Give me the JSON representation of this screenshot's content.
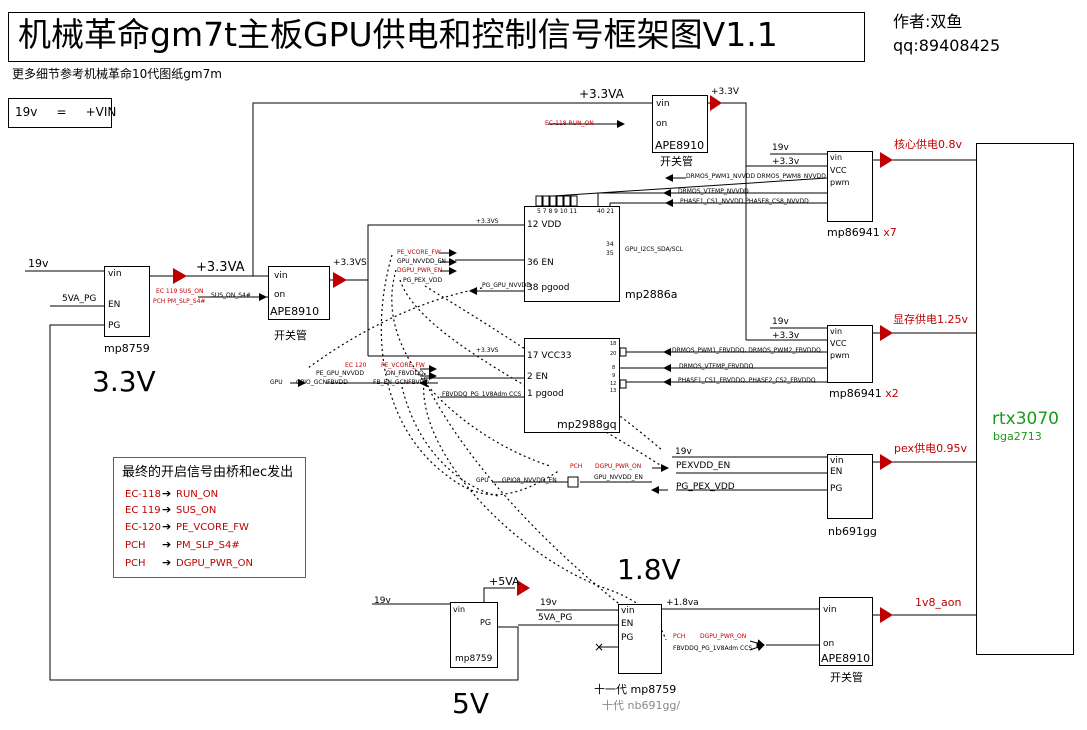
{
  "title": "机械革命gm7t主板GPU供电和控制信号框架图V1.1",
  "subtitle": "更多细节参考机械革命10代图纸gm7m",
  "author": "作者:双鱼",
  "qq": "qq:89408425",
  "vin_note": "19v     =     +VIN",
  "legend": {
    "title": "最终的开启信号由桥和ec发出",
    "rows": [
      {
        "src": "EC-118",
        "dst": "RUN_ON"
      },
      {
        "src": "EC 119",
        "dst": "SUS_ON"
      },
      {
        "src": "EC-120",
        "dst": "PE_VCORE_FW"
      },
      {
        "src": "PCH",
        "dst": "PM_SLP_S4#"
      },
      {
        "src": "PCH",
        "dst": "DGPU_PWR_ON"
      }
    ]
  },
  "rails": {
    "v33": "3.3V",
    "v18": "1.8V",
    "v5": "5V"
  },
  "chips": {
    "mp8759_a": {
      "name": "mp8759",
      "pins": [
        "vin",
        "EN",
        "PG"
      ]
    },
    "ape_a": {
      "name": "APE8910",
      "pins": [
        "vin",
        "on"
      ],
      "caption": "开关管"
    },
    "ape_top": {
      "name": "APE8910",
      "pins": [
        "vin",
        "on"
      ],
      "caption": "开关管"
    },
    "mp2886a": {
      "name": "mp2886a",
      "pins": [
        "12 VDD",
        "36 EN",
        "38  pgood"
      ],
      "top_pins": "5 7 8 9 10 11",
      "top_pins2": "40  21",
      "side1": "34",
      "side2": "35",
      "side_note": "GPU_I2CS_SDA/SCL"
    },
    "mp2988gq": {
      "name": "mp2988gq",
      "pins": [
        "17 VCC33",
        "2 EN",
        "1 pgood"
      ],
      "right_pins": [
        "18",
        "20",
        "8",
        "9",
        "12",
        "13"
      ]
    },
    "mp86941_a": {
      "name": "mp86941",
      "count": " x7",
      "pins": [
        "vin",
        "VCC",
        "pwm"
      ]
    },
    "mp86941_b": {
      "name": "mp86941",
      "count": " x2",
      "pins": [
        "vin",
        "VCC",
        "pwm"
      ]
    },
    "nb691gg": {
      "name": "nb691gg",
      "pins": [
        "vin",
        "EN",
        "PG"
      ]
    },
    "mp8759_5v": {
      "name": "mp8759",
      "pins": [
        "vin",
        "PG"
      ]
    },
    "mp8759_18": {
      "name": "十一代  mp8759",
      "alt": "十代  nb691gg/",
      "pins": [
        "vin",
        "EN",
        "PG"
      ]
    },
    "ape_18": {
      "name": "APE8910",
      "pins": [
        "vin",
        "on"
      ],
      "caption": "开关管"
    },
    "gpu": {
      "name": "rtx3070",
      "sub": "bga2713"
    }
  },
  "labels": {
    "in_19v": "19v",
    "out_33va": "+3.3VA",
    "out_33va_top": "+3.3VA",
    "out_33v_top": "+3.3V",
    "out_33vs": "+3.3VS",
    "pg_5va": "5VA_PG",
    "ec119": "EC 119  SUS_ON",
    "pch_slp": "PCH PM_SLP_S4#",
    "sus_on_s4": "SUS_ON_S4#",
    "ec118_run": "EC-118   RUN_ON",
    "v33vs_mp2886": "+3.3VS",
    "v33vs_mp2988": "+3.3VS",
    "pe_vcore_en": "PE_VCORE_FW",
    "gpu_nvvdd_en": "GPU_NVVDD_EN",
    "dgpu_pwr_en": "DGPU_PWR_EN",
    "pg_pex_vdd": "PG_PEX_VDD",
    "pg_gpu_nvvdd": "PG_GPU_NVVDD",
    "ec120": "EC 120",
    "pe_vcore_fw2": "PE_VCORE_FW",
    "pe_gpu_nvvdd": "PE_GPU_NVVDD",
    "on_fbvddq": "ON_FBVDDQ",
    "gpu_l": "GPU",
    "gpio_gcnfbvdd": "GPIO_GCNFBVDD",
    "fb_en_gcnfbvdd": "FB_EN_GCNFBVDD",
    "fbvddq_pg": "FBVDDQ_PG_1V8Adm CCS",
    "drmos_pwm1": "DRMOS_PWM1_NVVDD    DRMOS_PWM8_NVVDD",
    "drmos_vtemp": "DRMOS_VTEMP_NVVDD",
    "phase1_cs1": "PHASE1_CS1_NVVDD    PHASE8_CS8_NVVDD",
    "drmos_pwm_fb": "DRMOS_PWM1_FBVDDQ, DRMOS_PWM2_FBVDDQ",
    "drmos_vtemp_fb": "DRMOS_VTEMP_FBVDDQ",
    "phase_fb": "PHASE1_CS1_FBVDDQ, PHASE2_CS2_FBVDDQ",
    "m1_19v": "19v",
    "m1_33v": "+3.3v",
    "m2_19v": "19v",
    "m2_33v": "+3.3v",
    "out_core": "核心供电0.8v",
    "out_mem": "显存供电1.25v",
    "out_pex": "pex供电0.95v",
    "out_1v8": "1v8_aon",
    "nb_19v": "19v",
    "pexvdd_en": "PEXVDD_EN",
    "pg_pex_vdd2": "PG_PEX_VDD",
    "pch_dgpu": "PCH",
    "dgpu_pwr_on": "DGPU_PWR_ON",
    "gpu_nvvdd_en2": "GPU_NVVDD_EN",
    "gpu_l2": "GPU",
    "gpio_nvvdd": "GPIO8_NVVDD_EN",
    "v5_19v": "19v",
    "plus_5va": "+5VA",
    "m18_19v": "19v",
    "m18_5va_pg": "5VA_PG",
    "plus_18va": "+1.8va",
    "pch_18": "PCH",
    "dgpu_pwr_on2": "DGPU_PWR_ON",
    "fbvddq_pg2": "FBVDDQ_PG_1V8Adm CCS"
  },
  "colors": {
    "accent_red": "#c00000",
    "gpu_green": "#1a9a1a",
    "legend_border": "#d03030"
  }
}
